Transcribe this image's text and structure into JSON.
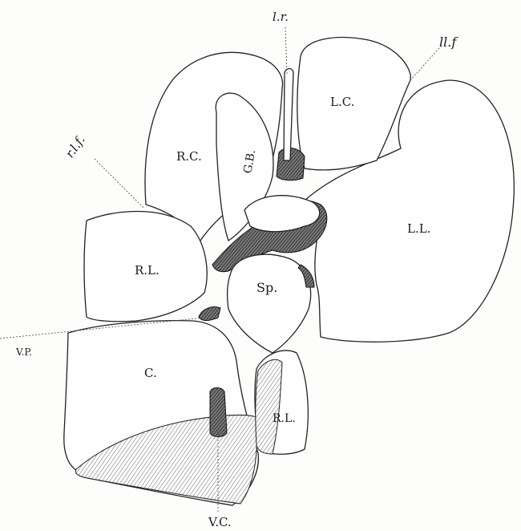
{
  "labels": {
    "lr": "l.r.",
    "llf": "ll.f",
    "lc": "L.C.",
    "rc": "R.C.",
    "gb": "G.B.",
    "rlf": "r.l.f.",
    "ll": "L.L.",
    "rl_upper": "R.L.",
    "sp": "Sp.",
    "vp": "V.P.",
    "c": "C.",
    "rl_lower": "R.L.",
    "vc": "V.C."
  },
  "colors": {
    "ink": "#1a1a1a",
    "paper": "#fdfdfc"
  }
}
